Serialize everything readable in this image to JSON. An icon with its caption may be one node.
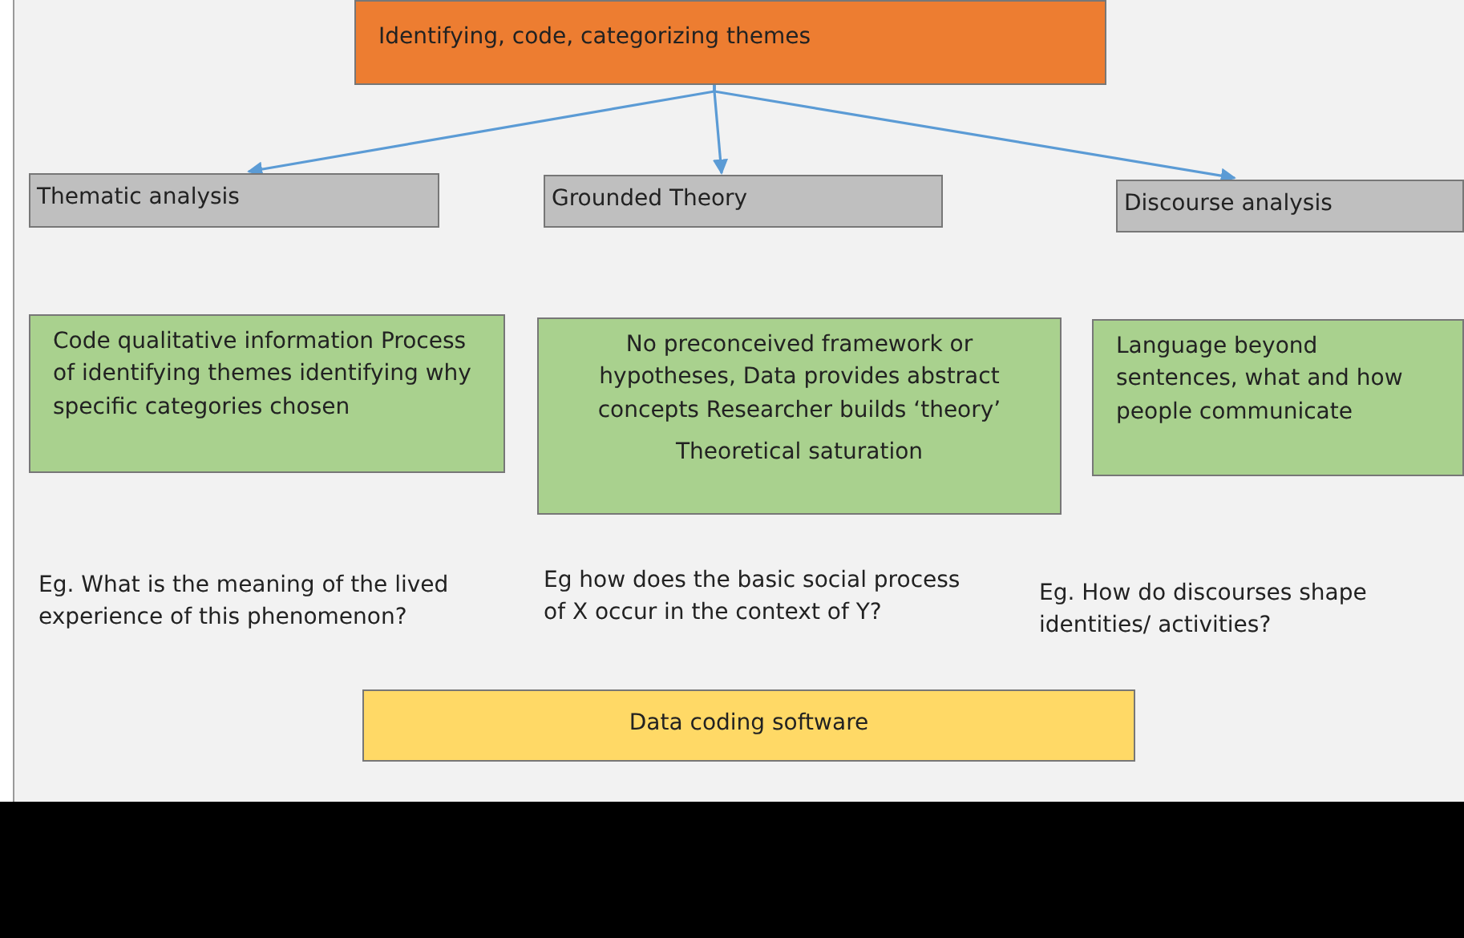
{
  "diagram": {
    "nodes": [
      {
        "text": [
          "Identifying, code, categorizing themes"
        ]
      },
      {
        "text": [
          "Thematic analysis"
        ]
      },
      {
        "text": [
          "Grounded Theory"
        ]
      },
      {
        "text": [
          "Discourse analysis"
        ]
      },
      {
        "text": [
          "Code qualitative information Process of identifying themes identifying why specific categories chosen"
        ]
      },
      {
        "text": [
          "No preconceived framework or hypotheses, Data provides abstract concepts Researcher builds ‘theory’",
          "Theoretical saturation"
        ]
      },
      {
        "text": [
          "Language beyond sentences, what and how people communicate"
        ]
      },
      {
        "text": [
          "Data coding software"
        ]
      }
    ],
    "edges": [
      {
        "from": 0,
        "to": 1,
        "arrow": "to"
      },
      {
        "from": 0,
        "to": 2,
        "arrow": "to"
      },
      {
        "from": 0,
        "to": 3,
        "arrow": "to"
      }
    ],
    "labels": [
      "Eg. What is the meaning of the lived experience of this phenomenon?",
      "Eg how does the basic social process of X occur in the context of Y?",
      "Eg. How do discourses shape identities/ activities?"
    ]
  }
}
